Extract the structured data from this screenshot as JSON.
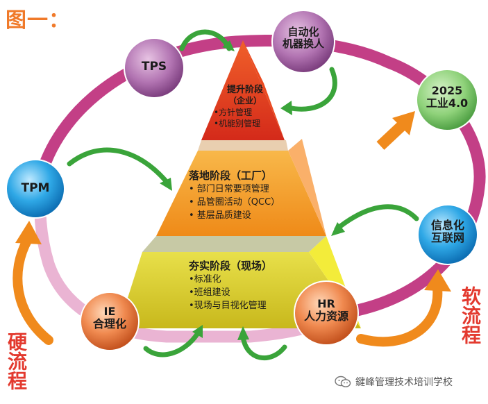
{
  "figure_label": "图一：",
  "circles": {
    "tps": "TPS",
    "automation": [
      "自动化",
      "机器换人"
    ],
    "industry": [
      "2025",
      "工业4.0"
    ],
    "tpm": "TPM",
    "informatization": [
      "信息化",
      "互联网"
    ],
    "ie": [
      "IE",
      "合理化"
    ],
    "hr": [
      "HR",
      "人力资源"
    ]
  },
  "pyramid": {
    "top": {
      "title": "提升阶段",
      "subtitle": "（企业）",
      "items": [
        "•方针管理",
        "•机能别管理"
      ]
    },
    "middle": {
      "title": "落地阶段（工厂）",
      "items": [
        "• 部门日常要项管理",
        "• 品管圈活动（QCC）",
        "• 基层品质建设"
      ]
    },
    "bottom": {
      "title": "夯实阶段（现场）",
      "items": [
        "•标准化",
        "•班组建设",
        "•现场与目视化管理"
      ]
    }
  },
  "side_labels": {
    "hard": "硬流程",
    "soft": "软流程"
  },
  "watermark": "鍵峰管理技术培训学校",
  "colors": {
    "ring": "#c33f86",
    "ring_light": "#eab4d3",
    "orange": "#f08a1c",
    "green": "#3aa43a",
    "title_orange": "#f07a2a",
    "side_red": "#e33a2f"
  }
}
